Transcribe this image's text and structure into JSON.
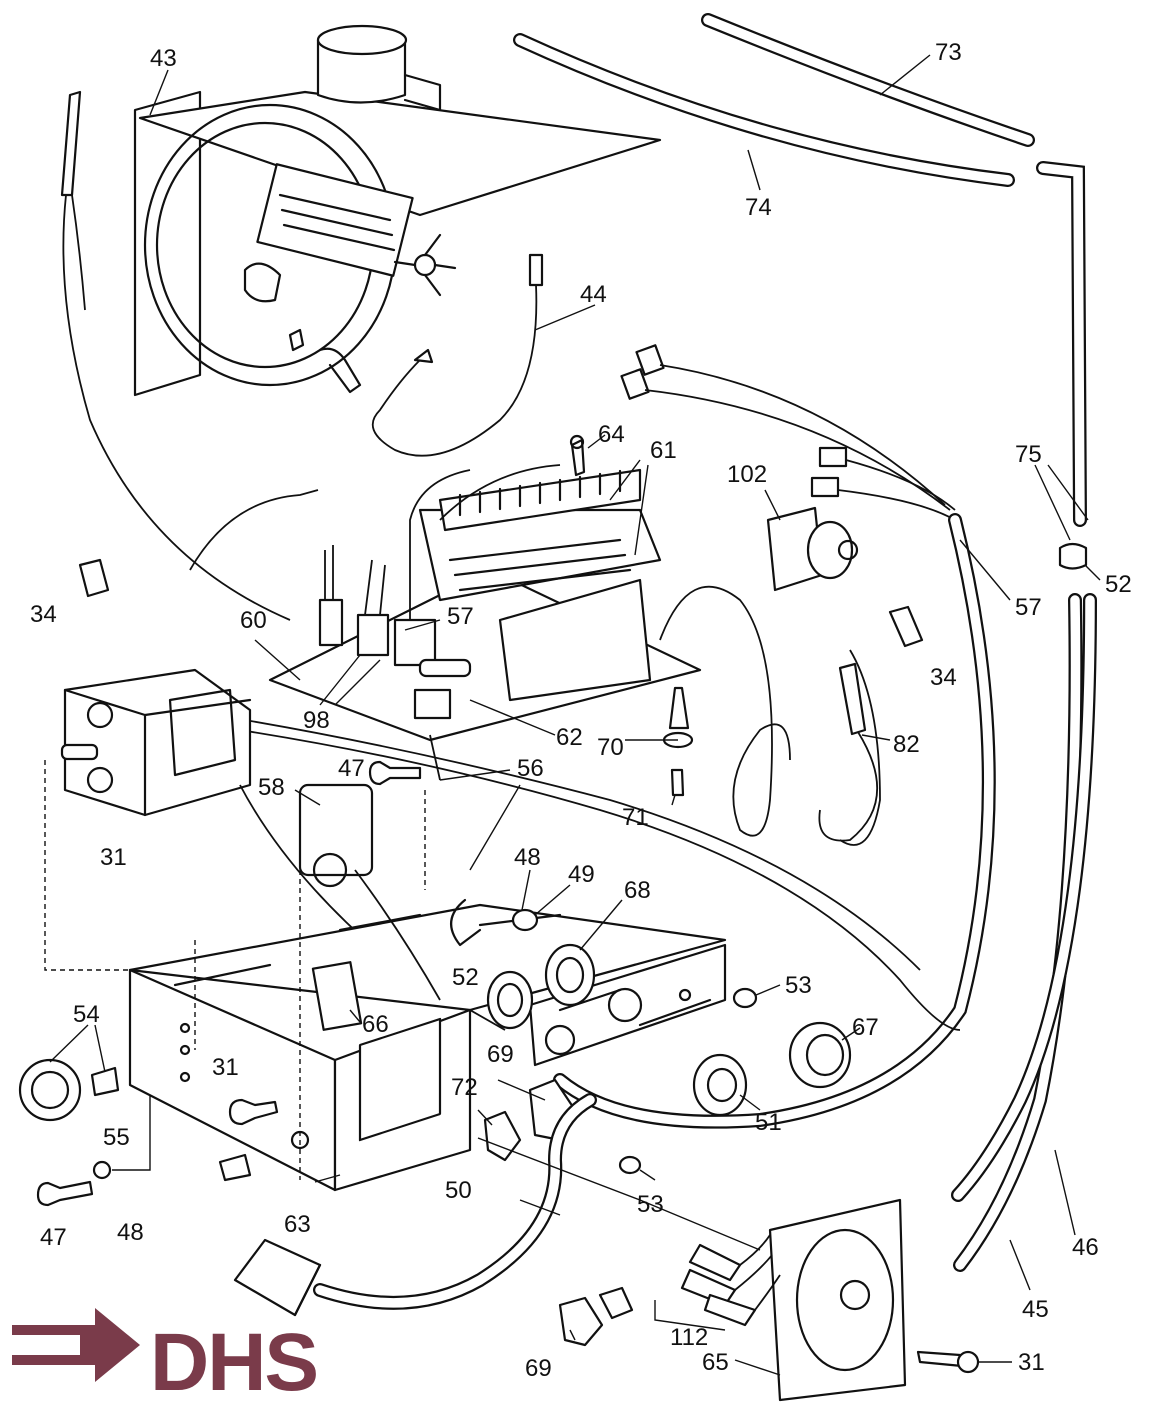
{
  "logo": {
    "text": "DHS",
    "color": "#7a3b4a"
  },
  "labels": [
    {
      "id": "43",
      "text": "43"
    },
    {
      "id": "73",
      "text": "73"
    },
    {
      "id": "74",
      "text": "74"
    },
    {
      "id": "44",
      "text": "44"
    },
    {
      "id": "64",
      "text": "64"
    },
    {
      "id": "61",
      "text": "61"
    },
    {
      "id": "102",
      "text": "102"
    },
    {
      "id": "75",
      "text": "75"
    },
    {
      "id": "52a",
      "text": "52"
    },
    {
      "id": "57a",
      "text": "57"
    },
    {
      "id": "34a",
      "text": "34"
    },
    {
      "id": "60",
      "text": "60"
    },
    {
      "id": "57b",
      "text": "57"
    },
    {
      "id": "34b",
      "text": "34"
    },
    {
      "id": "98",
      "text": "98"
    },
    {
      "id": "62",
      "text": "62"
    },
    {
      "id": "70",
      "text": "70"
    },
    {
      "id": "82",
      "text": "82"
    },
    {
      "id": "47a",
      "text": "47"
    },
    {
      "id": "56",
      "text": "56"
    },
    {
      "id": "58",
      "text": "58"
    },
    {
      "id": "71",
      "text": "71"
    },
    {
      "id": "31a",
      "text": "31"
    },
    {
      "id": "48a",
      "text": "48"
    },
    {
      "id": "49",
      "text": "49"
    },
    {
      "id": "68",
      "text": "68"
    },
    {
      "id": "52b",
      "text": "52"
    },
    {
      "id": "53a",
      "text": "53"
    },
    {
      "id": "54",
      "text": "54"
    },
    {
      "id": "66",
      "text": "66"
    },
    {
      "id": "67",
      "text": "67"
    },
    {
      "id": "69a",
      "text": "69"
    },
    {
      "id": "31b",
      "text": "31"
    },
    {
      "id": "72",
      "text": "72"
    },
    {
      "id": "51",
      "text": "51"
    },
    {
      "id": "55",
      "text": "55"
    },
    {
      "id": "63",
      "text": "63"
    },
    {
      "id": "53b",
      "text": "53"
    },
    {
      "id": "46",
      "text": "46"
    },
    {
      "id": "47b",
      "text": "47"
    },
    {
      "id": "48b",
      "text": "48"
    },
    {
      "id": "50",
      "text": "50"
    },
    {
      "id": "45",
      "text": "45"
    },
    {
      "id": "69b",
      "text": "69"
    },
    {
      "id": "112",
      "text": "112"
    },
    {
      "id": "65",
      "text": "65"
    },
    {
      "id": "31c",
      "text": "31"
    }
  ]
}
